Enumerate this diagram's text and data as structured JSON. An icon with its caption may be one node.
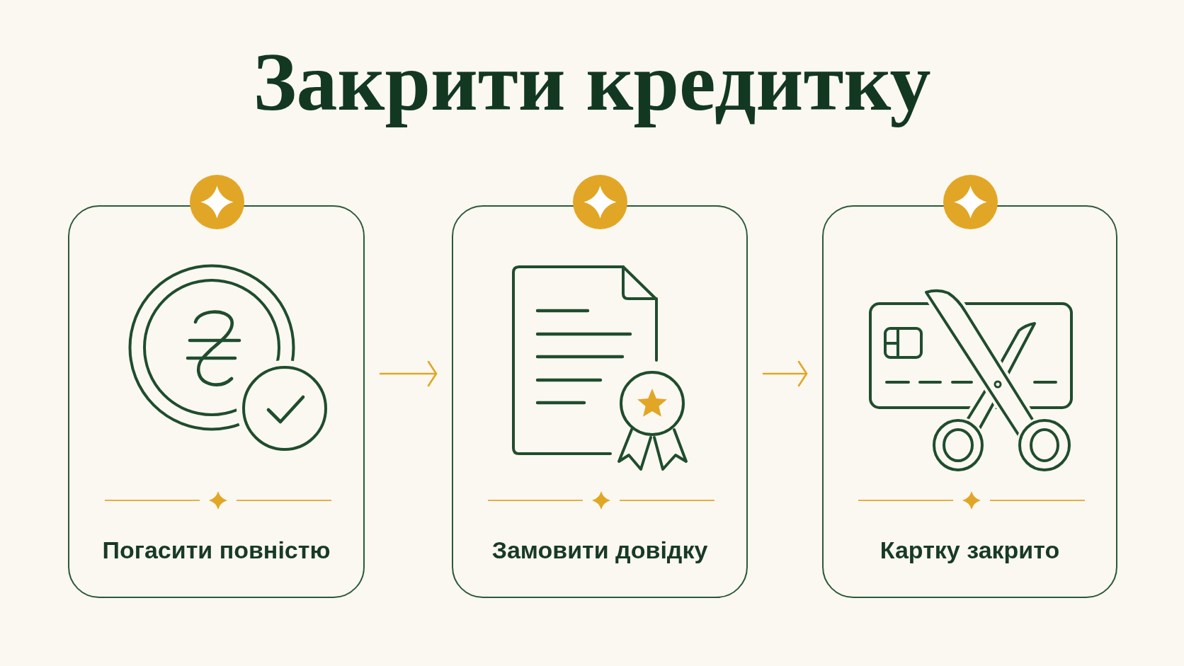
{
  "diagram": {
    "title": "Закрити кредитку",
    "nodes": [
      {
        "text": [
          "Погасити повністю"
        ]
      },
      {
        "text": [
          "Замовити довідку"
        ]
      },
      {
        "text": [
          "Картку закрито"
        ]
      }
    ],
    "edges": [
      {
        "from": 0,
        "to": 1,
        "arrow": "to"
      },
      {
        "from": 1,
        "to": 2,
        "arrow": "to"
      }
    ]
  }
}
